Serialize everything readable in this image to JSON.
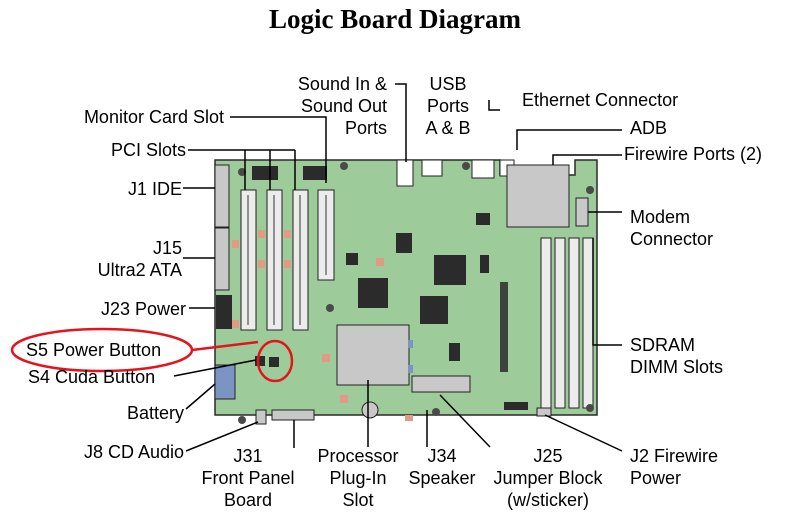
{
  "title": "Logic Board Diagram",
  "labels": {
    "sound_line1": "Sound In &",
    "sound_line2": "Sound Out",
    "sound_line3": "Ports",
    "usb_line1": "USB",
    "usb_line2": "Ports",
    "usb_line3": "A & B",
    "ethernet": "Ethernet Connector",
    "adb": "ADB",
    "firewire_ports": "Firewire Ports (2)",
    "monitor_card_slot": "Monitor Card Slot",
    "pci_slots": "PCI Slots",
    "j1_ide": "J1 IDE",
    "j15_line1": "J15",
    "j15_line2": "Ultra2 ATA",
    "j23_power": "J23 Power",
    "s5_power_button": "S5 Power Button",
    "s4_cuda_button": "S4 Cuda Button",
    "battery": "Battery",
    "j8_cd_audio": "J8 CD Audio",
    "modem_line1": "Modem",
    "modem_line2": "Connector",
    "sdram_line1": "SDRAM",
    "sdram_line2": "DIMM Slots",
    "j2_line1": "J2 Firewire",
    "j2_line2": "Power",
    "j31_line1": "J31",
    "j31_line2": "Front Panel",
    "j31_line3": "Board",
    "proc_line1": "Processor",
    "proc_line2": "Plug-In",
    "proc_line3": "Slot",
    "j34_line1": "J34",
    "j34_line2": "Speaker",
    "j25_line1": "J25",
    "j25_line2": "Jumper Block",
    "j25_line3": "(w/sticker)"
  },
  "colors": {
    "board": "#9ecb9a",
    "component_dark": "#2b2b2b",
    "component_light": "#c8c8c8",
    "connector_pink": "#e29a86",
    "highlight_red": "#e4141e",
    "battery_blue": "#7c94c4"
  }
}
